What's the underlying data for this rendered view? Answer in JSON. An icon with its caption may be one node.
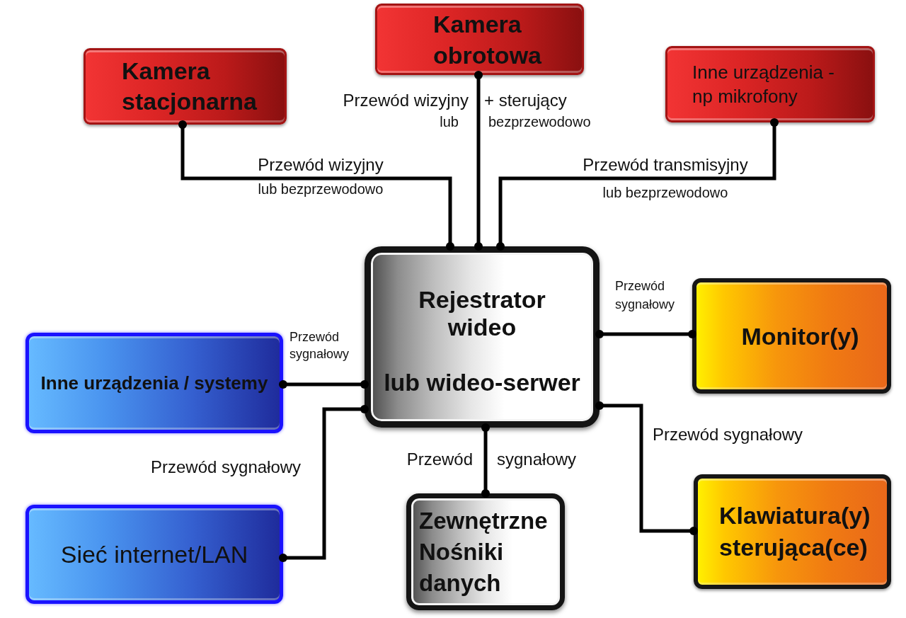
{
  "diagram": {
    "nodes": [
      {
        "text": [
          "Kamera stacjonarna"
        ]
      },
      {
        "text": [
          "Kamera obrotowa"
        ]
      },
      {
        "text": [
          "Inne urządzenia - np mikrofony"
        ]
      },
      {
        "text": [
          "Rejestrator wideo",
          "lub wideo-serwer"
        ]
      },
      {
        "text": [
          "Inne urządzenia / systemy"
        ]
      },
      {
        "text": [
          "Monitor(y)"
        ]
      },
      {
        "text": [
          "Sieć internet/LAN"
        ]
      },
      {
        "text": [
          "Zewnętrzne Nośniki danych"
        ]
      },
      {
        "text": [
          "Klawiatura(y) sterująca(ce)"
        ]
      }
    ],
    "edges": [
      {
        "from": 0,
        "to": 3,
        "arrow": "other",
        "label": "Przewód wizyjny lub bezprzewodowo"
      },
      {
        "from": 1,
        "to": 3,
        "arrow": "other",
        "label": "Przewód wizyjny + sterujący lub bezprzewodowo"
      },
      {
        "from": 2,
        "to": 3,
        "arrow": "other",
        "label": "Przewód transmisyjny lub bezprzewodowo"
      },
      {
        "from": 3,
        "to": 4,
        "arrow": "other",
        "label": "Przewód sygnałowy"
      },
      {
        "from": 3,
        "to": 5,
        "arrow": "other",
        "label": "Przewód sygnałowy"
      },
      {
        "from": 3,
        "to": 6,
        "arrow": "other",
        "label": "Przewód sygnałowy"
      },
      {
        "from": 3,
        "to": 7,
        "arrow": "other",
        "label": "Przewód sygnałowy"
      },
      {
        "from": 3,
        "to": 8,
        "arrow": "other",
        "label": "Przewód sygnałowy"
      }
    ]
  }
}
